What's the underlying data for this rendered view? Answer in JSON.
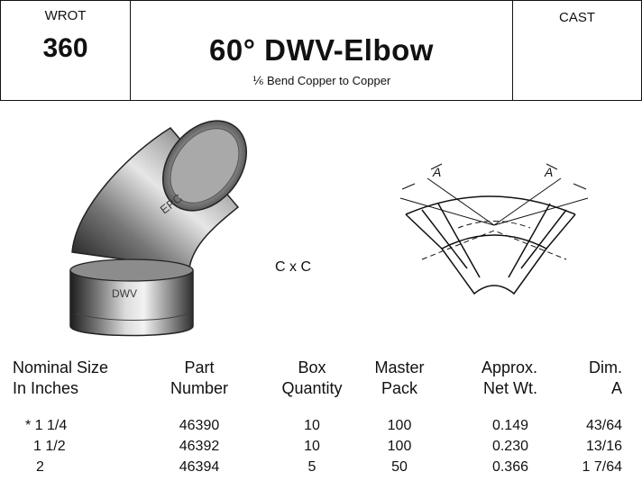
{
  "header": {
    "left_label": "WROT",
    "number": "360",
    "title": "60° DWV-Elbow",
    "subtitle": "⅙ Bend Copper to Copper",
    "right_label": "CAST"
  },
  "product": {
    "elbow_mark_top": "EPC",
    "elbow_mark_bottom": "DWV",
    "connection": "C x C",
    "dim_label": "A"
  },
  "table": {
    "columns": [
      {
        "line1": "Nominal Size",
        "line2": "In Inches"
      },
      {
        "line1": "Part",
        "line2": "Number"
      },
      {
        "line1": "Box",
        "line2": "Quantity"
      },
      {
        "line1": "Master",
        "line2": "Pack"
      },
      {
        "line1": "Approx.",
        "line2": "Net Wt."
      },
      {
        "line1": "Dim.",
        "line2": "A"
      }
    ],
    "rows": [
      {
        "size": "* 1 1/4",
        "part": "46390",
        "box": "10",
        "pack": "100",
        "weight": "0.149",
        "dim": "43/64"
      },
      {
        "size": "1 1/2",
        "part": "46392",
        "box": "10",
        "pack": "100",
        "weight": "0.230",
        "dim": "13/16"
      },
      {
        "size": "2",
        "part": "46394",
        "box": "5",
        "pack": "50",
        "weight": "0.366",
        "dim": "1 7/64"
      }
    ]
  }
}
